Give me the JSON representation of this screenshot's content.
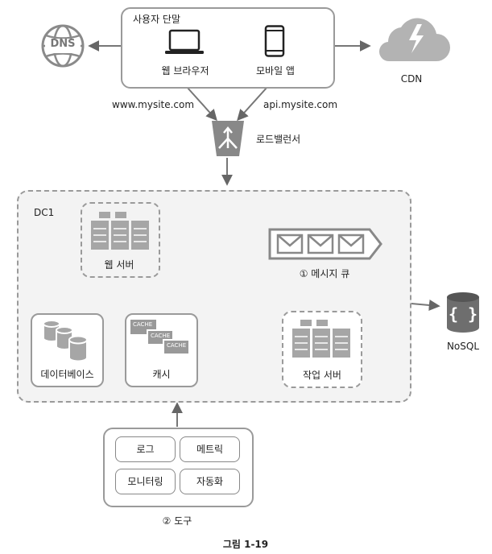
{
  "client": {
    "title": "사용자 단말",
    "web_browser": "웹 브라우저",
    "mobile_app": "모바일 앱"
  },
  "dns": {
    "label": "DNS"
  },
  "cdn": {
    "label": "CDN"
  },
  "domains": {
    "web": "www.mysite.com",
    "api": "api.mysite.com"
  },
  "load_balancer": {
    "label": "로드밸런서"
  },
  "dc": {
    "label": "DC1",
    "web_server": "웹 서버",
    "message_queue": "① 메시지 큐",
    "database": "데이터베이스",
    "cache": "캐시",
    "cache_tag": "CACHE",
    "worker": "작업 서버"
  },
  "nosql": {
    "label": "NoSQL"
  },
  "tools": {
    "title": "② 도구",
    "items": [
      "로그",
      "메트릭",
      "모니터링",
      "자동화"
    ]
  },
  "caption": "그림 1-19"
}
